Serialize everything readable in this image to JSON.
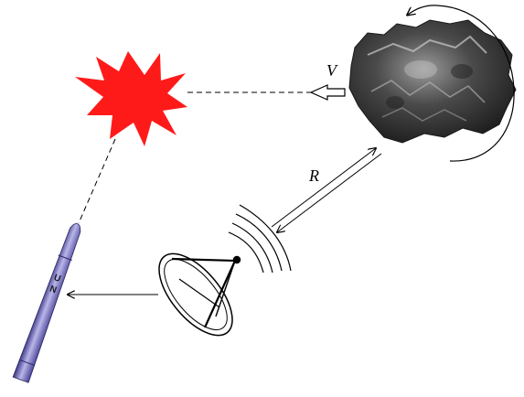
{
  "labels": {
    "velocity": "V",
    "range": "R",
    "rocket_mark_1": "U",
    "rocket_mark_2": "N"
  },
  "colors": {
    "explosion": "#ff1a1a",
    "rocket_body": "#5a55a8",
    "rocket_highlight": "#b9b6ea",
    "rock_dark": "#2b2b2b",
    "rock_light": "#9a9a9a",
    "line": "#000000"
  },
  "icons": {
    "explosion": "explosion-burst-icon",
    "asteroid": "asteroid-rock-icon",
    "radar": "radar-dish-icon",
    "rocket": "rocket-missile-icon"
  }
}
